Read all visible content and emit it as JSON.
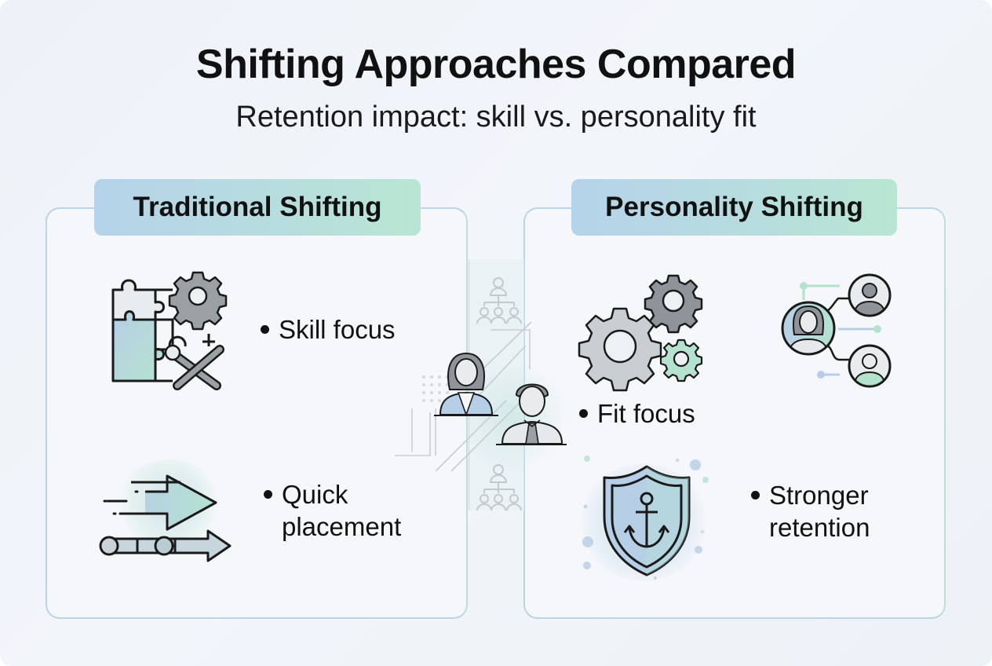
{
  "header": {
    "title": "Shifting Approaches Compared",
    "subtitle": "Retention impact: skill vs. personality fit"
  },
  "panels": [
    {
      "id": "traditional",
      "heading": "Traditional Shifting",
      "items": [
        {
          "icon": "puzzle-gear-tools-icon",
          "line1": "Skill focus",
          "line2": ""
        },
        {
          "icon": "fast-arrows-icon",
          "line1": "Quick",
          "line2": "placement"
        }
      ]
    },
    {
      "id": "personality",
      "heading": "Personality Shifting",
      "items": [
        {
          "icon": "gears-icon",
          "line1": "Fit focus",
          "line2": ""
        },
        {
          "icon": "shield-anchor-icon",
          "line1": "Stronger",
          "line2": "retention"
        }
      ],
      "extra_icons": [
        "people-network-icon"
      ]
    }
  ],
  "center": {
    "icons": [
      "org-chart-icon",
      "businesswoman-icon",
      "businessman-icon",
      "growth-arrow-icon",
      "org-chart-icon"
    ]
  },
  "colors": {
    "background": "#eff3f8",
    "card_fill": "#f5f7fb",
    "card_border": "#b9d6e3",
    "tab_gradient_start": "#b5d3ea",
    "tab_gradient_end": "#b8e6d2",
    "icon_gray": "#9aa0a4",
    "icon_stroke": "#111111",
    "accent_blue": "#b6d1e8",
    "accent_green": "#b5e2cf"
  }
}
